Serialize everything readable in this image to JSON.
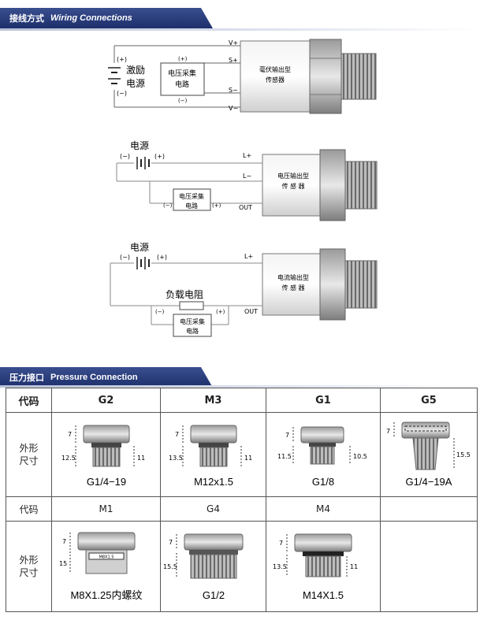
{
  "section1": {
    "title_cn": "接线方式",
    "title_en": "Wiring Connections"
  },
  "diagram1": {
    "supply_label": "激励\n电源",
    "supply_label_line1": "激励",
    "supply_label_line2": "电源",
    "plus": "(+)",
    "minus": "(−)",
    "box_label_line1": "电压采集",
    "box_label_line2": "电路",
    "pins": [
      "V+",
      "S+",
      "S−",
      "V−"
    ],
    "sensor_line1": "毫伏输出型",
    "sensor_line2": "传感器"
  },
  "diagram2": {
    "power_label": "电源",
    "plus": "(+)",
    "minus": "(−)",
    "box_label_line1": "电压采集",
    "box_label_line2": "电路",
    "pins": [
      "L+",
      "L−",
      "OUT"
    ],
    "sensor_line1": "电压输出型",
    "sensor_line2": "传 感 器"
  },
  "diagram3": {
    "power_label": "电源",
    "load_label": "负载电阻",
    "plus": "(+)",
    "minus": "(−)",
    "box_label_line1": "电压采集",
    "box_label_line2": "电路",
    "pins": [
      "L+",
      "OUT"
    ],
    "sensor_line1": "电流输出型",
    "sensor_line2": "传 感 器"
  },
  "section2": {
    "title_cn": "压力接口",
    "title_en": "Pressure Connection"
  },
  "table": {
    "code_label": "代码",
    "shape_label_line1": "外形",
    "shape_label_line2": "尺寸",
    "row1_codes": [
      "G2",
      "M3",
      "G1",
      "G5"
    ],
    "row2_codes": [
      "M1",
      "G4",
      "M4",
      ""
    ],
    "row1_fittings": [
      {
        "name": "G1/4−19",
        "dims": [
          "7",
          "12.5",
          "11"
        ]
      },
      {
        "name": "M12x1.5",
        "dims": [
          "7",
          "13.5",
          "11"
        ]
      },
      {
        "name": "G1/8",
        "dims": [
          "7",
          "11.5",
          "10.5"
        ]
      },
      {
        "name": "G1/4−19A",
        "dims": [
          "7",
          "15.5"
        ]
      }
    ],
    "row2_fittings": [
      {
        "name": "M8X1.25内螺纹",
        "dims": [
          "7",
          "15",
          "M8X1.5"
        ]
      },
      {
        "name": "G1/2",
        "dims": [
          "7",
          "15.5"
        ]
      },
      {
        "name": "M14X1.5",
        "dims": [
          "7",
          "13.5",
          "11"
        ]
      }
    ]
  }
}
